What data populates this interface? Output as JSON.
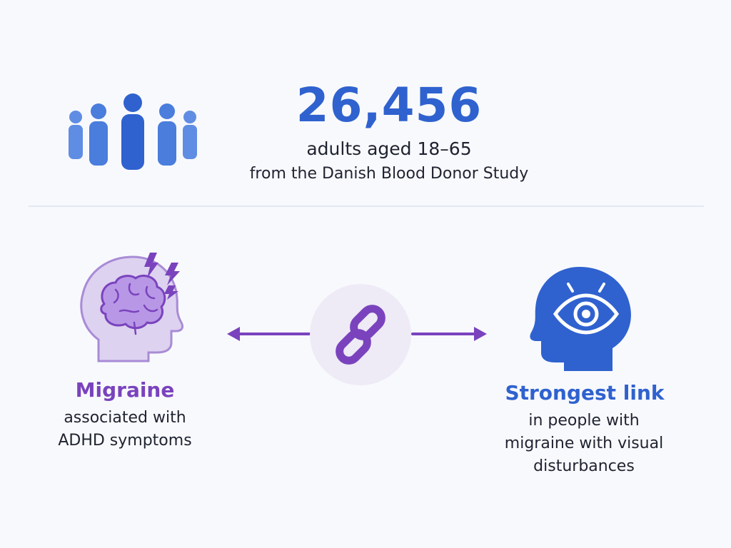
{
  "stats": {
    "count": "26,456",
    "line1": "adults aged 18–65",
    "line2": "from the Danish Blood Donor Study"
  },
  "migraine": {
    "title": "Migraine",
    "line1": "associated with",
    "line2": "ADHD symptoms"
  },
  "strongest": {
    "title": "Strongest link",
    "line1": "in people with",
    "line2": "migraine with visual",
    "line3": "disturbances"
  },
  "icons": {
    "people": "people-group-icon",
    "migraine": "brain-head-icon",
    "pain": "lightning-bolt-icon",
    "link": "chain-link-icon",
    "visual": "eye-head-icon",
    "arrows": "double-arrow-icon"
  },
  "colors": {
    "blue": "#2f62cf",
    "purple": "#7a43bd",
    "lavender": "#ddd2f0",
    "text": "#1f2330"
  }
}
